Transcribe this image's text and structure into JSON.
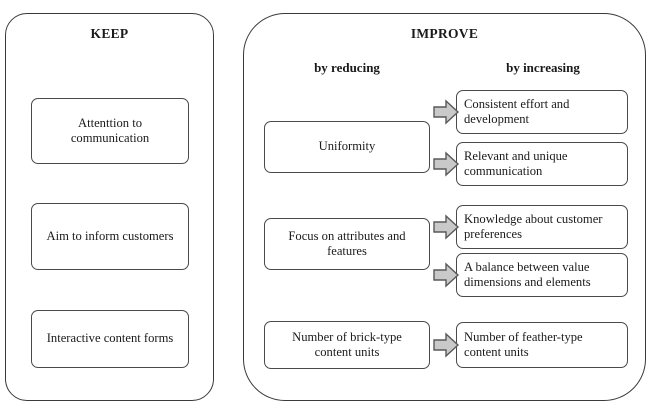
{
  "diagram": {
    "title_keep": "KEEP",
    "title_improve": "IMPROVE",
    "column_reducing": "by reducing",
    "column_increasing": "by increasing",
    "colors": {
      "panel_border": "#3a3a3a",
      "box_border": "#4a4a4a",
      "arrow_fill": "#c9c9c9",
      "arrow_stroke": "#595959",
      "background": "#ffffff",
      "text": "#1a1a1a"
    }
  },
  "keep": {
    "items": [
      {
        "label": "Attenttion to communication"
      },
      {
        "label": "Aim to inform customers"
      },
      {
        "label": "Interactive content forms"
      }
    ]
  },
  "improve": {
    "reducing": [
      {
        "label": "Uniformity"
      },
      {
        "label": "Focus on attributes and features"
      },
      {
        "label": "Number of brick-type content units"
      }
    ],
    "increasing": [
      {
        "label": "Consistent effort and development"
      },
      {
        "label": "Relevant and unique communication"
      },
      {
        "label": "Knowledge about customer preferences"
      },
      {
        "label": "A balance between value dimensions and elements"
      },
      {
        "label": "Number of feather-type content units"
      }
    ],
    "arrows": [
      {
        "name": "arrow-uniformity-to-consistent-effort"
      },
      {
        "name": "arrow-uniformity-to-relevant-communication"
      },
      {
        "name": "arrow-focus-to-knowledge-preferences"
      },
      {
        "name": "arrow-focus-to-balance-value"
      },
      {
        "name": "arrow-brick-to-feather"
      }
    ]
  }
}
